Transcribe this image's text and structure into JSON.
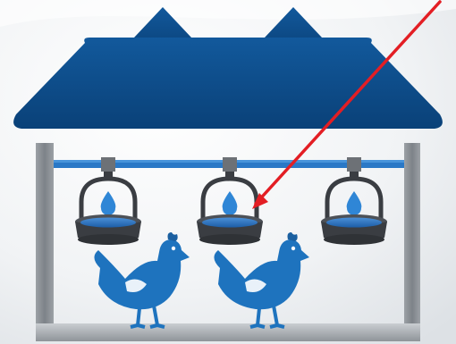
{
  "scene": {
    "subject": "poultry-house-water-drinker-illustration",
    "elements": {
      "roof": "house-roof",
      "vents": [
        "roof-vent-left",
        "roof-vent-right"
      ],
      "pipe": "water-supply-pipe",
      "drinkers": [
        "drinker-left",
        "drinker-center",
        "drinker-right"
      ],
      "chickens": [
        "chicken-left",
        "chicken-right"
      ],
      "pointer": "red-pointer-arrow"
    }
  },
  "colors": {
    "background_light": "#f7f8fa",
    "background_shade": "#e3e6ea",
    "roof": "#0d4f8c",
    "roof_dark": "#0a3f73",
    "pipe": "#2a78c6",
    "water": "#2f86d6",
    "wall": "#8a8f95",
    "floor": "#b8bdc2",
    "drinker_dark": "#3a3d42",
    "drinker_mid": "#6d7176",
    "chicken": "#1e73be",
    "arrow": "#e31e24"
  }
}
